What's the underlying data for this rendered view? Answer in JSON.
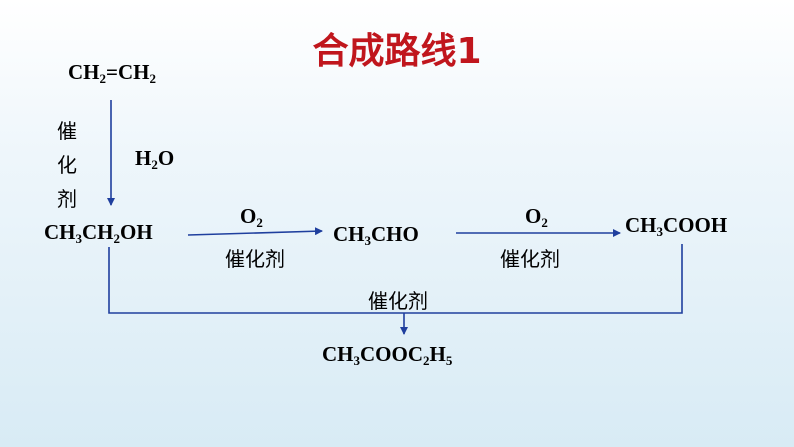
{
  "title": "合成路线1",
  "compounds": {
    "ethylene": {
      "parts": [
        "CH",
        "2",
        "=CH",
        "2"
      ]
    },
    "ethanol": {
      "parts": [
        "CH",
        "3",
        "CH",
        "2",
        "OH"
      ]
    },
    "acetaldehyde": {
      "parts": [
        "CH",
        "3",
        "CHO"
      ]
    },
    "acetic_acid": {
      "parts": [
        "CH",
        "3",
        "COOH"
      ]
    },
    "ethyl_acetate": {
      "parts": [
        "CH",
        "3",
        "COOC",
        "2",
        "H",
        "5"
      ]
    }
  },
  "conditions": {
    "step1_catalyst": "催化剂",
    "step1_reagent": [
      "H",
      "2",
      "O"
    ],
    "step2_reagent": [
      "O",
      "2"
    ],
    "step2_catalyst": "催化剂",
    "step3_reagent": [
      "O",
      "2"
    ],
    "step3_catalyst": "催化剂",
    "step4_catalyst": "催化剂"
  },
  "colors": {
    "title": "#c0161d",
    "arrow": "#1f3f9e",
    "text": "#000000"
  }
}
